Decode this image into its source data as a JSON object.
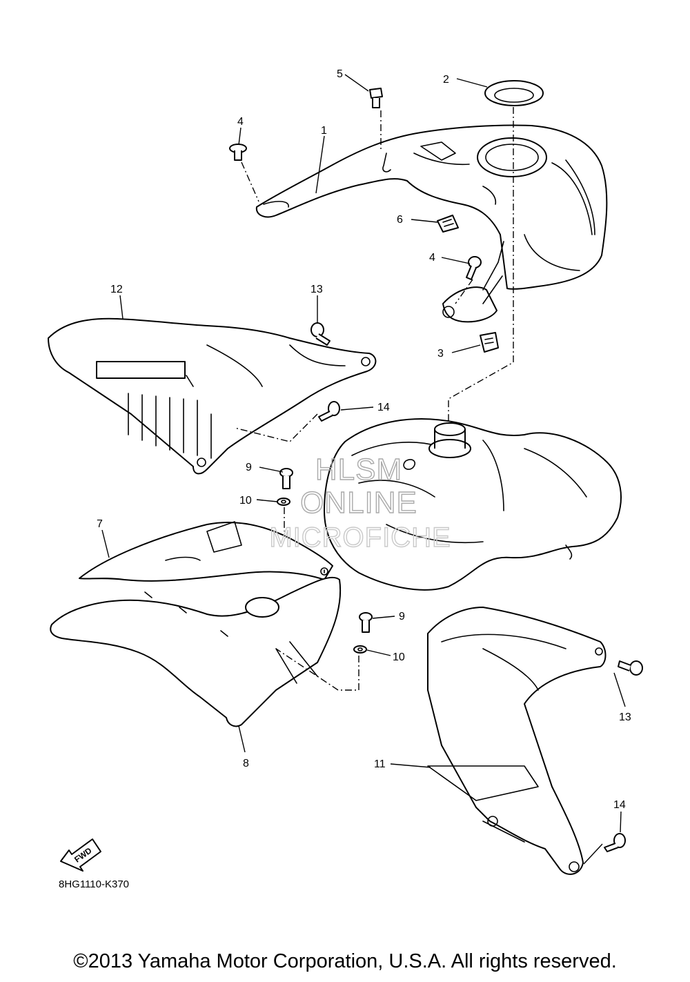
{
  "diagram": {
    "drawing_code": "8HG1110-K370",
    "fwd_label": "FWD",
    "watermark": [
      "HLSM",
      "ONLINE",
      "MICROFICHE"
    ],
    "callouts": [
      "1",
      "2",
      "3",
      "4",
      "4",
      "5",
      "6",
      "7",
      "8",
      "9",
      "9",
      "10",
      "10",
      "11",
      "12",
      "13",
      "13",
      "14",
      "14"
    ]
  },
  "copyright": "©2013 Yamaha Motor Corporation, U.S.A. All rights reserved."
}
